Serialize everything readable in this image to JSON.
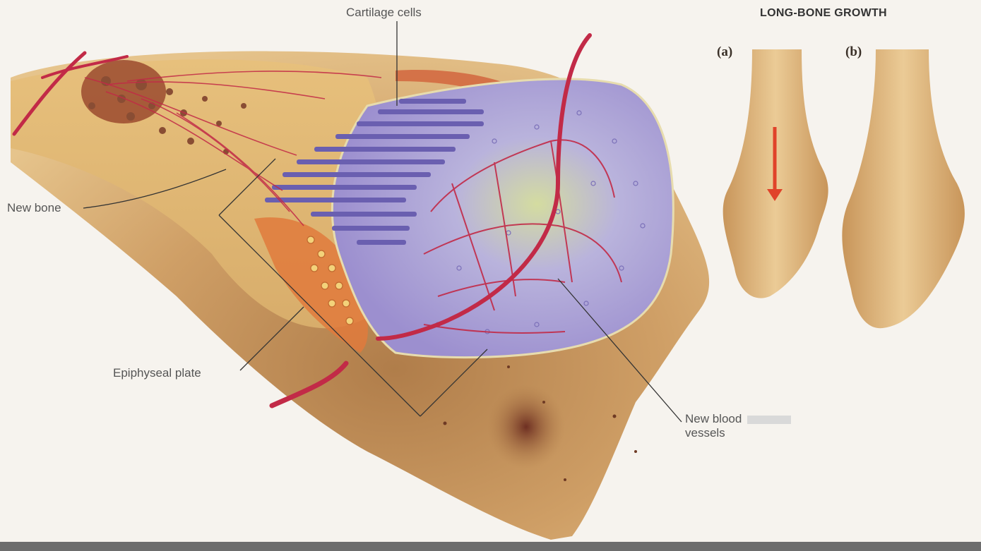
{
  "header": {
    "title": "LONG-BONE GROWTH"
  },
  "panels": {
    "a": "(a)",
    "b": "(b)"
  },
  "labels": {
    "cartilage_cells": "Cartilage cells",
    "new_bone": "New bone",
    "epiphyseal_plate": "Epiphyseal plate",
    "new_blood_line1": "New blood",
    "new_blood_line2": "vessels"
  },
  "colors": {
    "bone": "#c9975c",
    "bone_light": "#e8c98f",
    "cartilage": "#a89bd4",
    "vessel": "#c22a47",
    "arrow": "#e0432a",
    "bar": "#6d6d6d"
  }
}
